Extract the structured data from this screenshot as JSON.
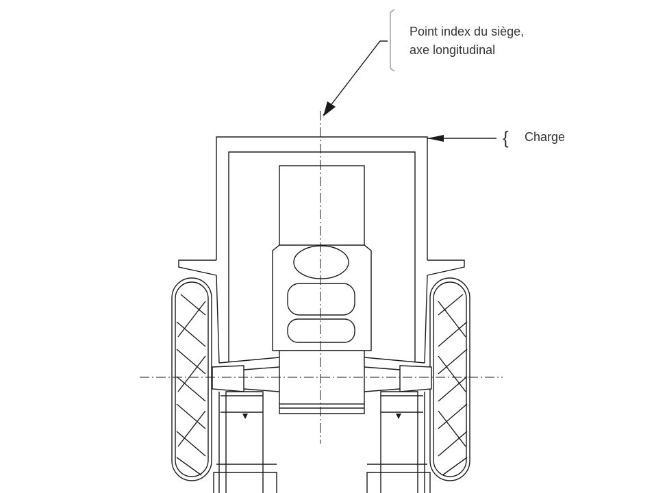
{
  "diagram": {
    "labels": {
      "seat_index_line1": "Point index du siège,",
      "seat_index_line2": "axe longitudinal",
      "load": "Charge",
      "load_brace": "{"
    },
    "colors": {
      "line": "#1a1a1a",
      "text": "#333333",
      "bracket": "#999999",
      "background": "#ffffff"
    }
  }
}
